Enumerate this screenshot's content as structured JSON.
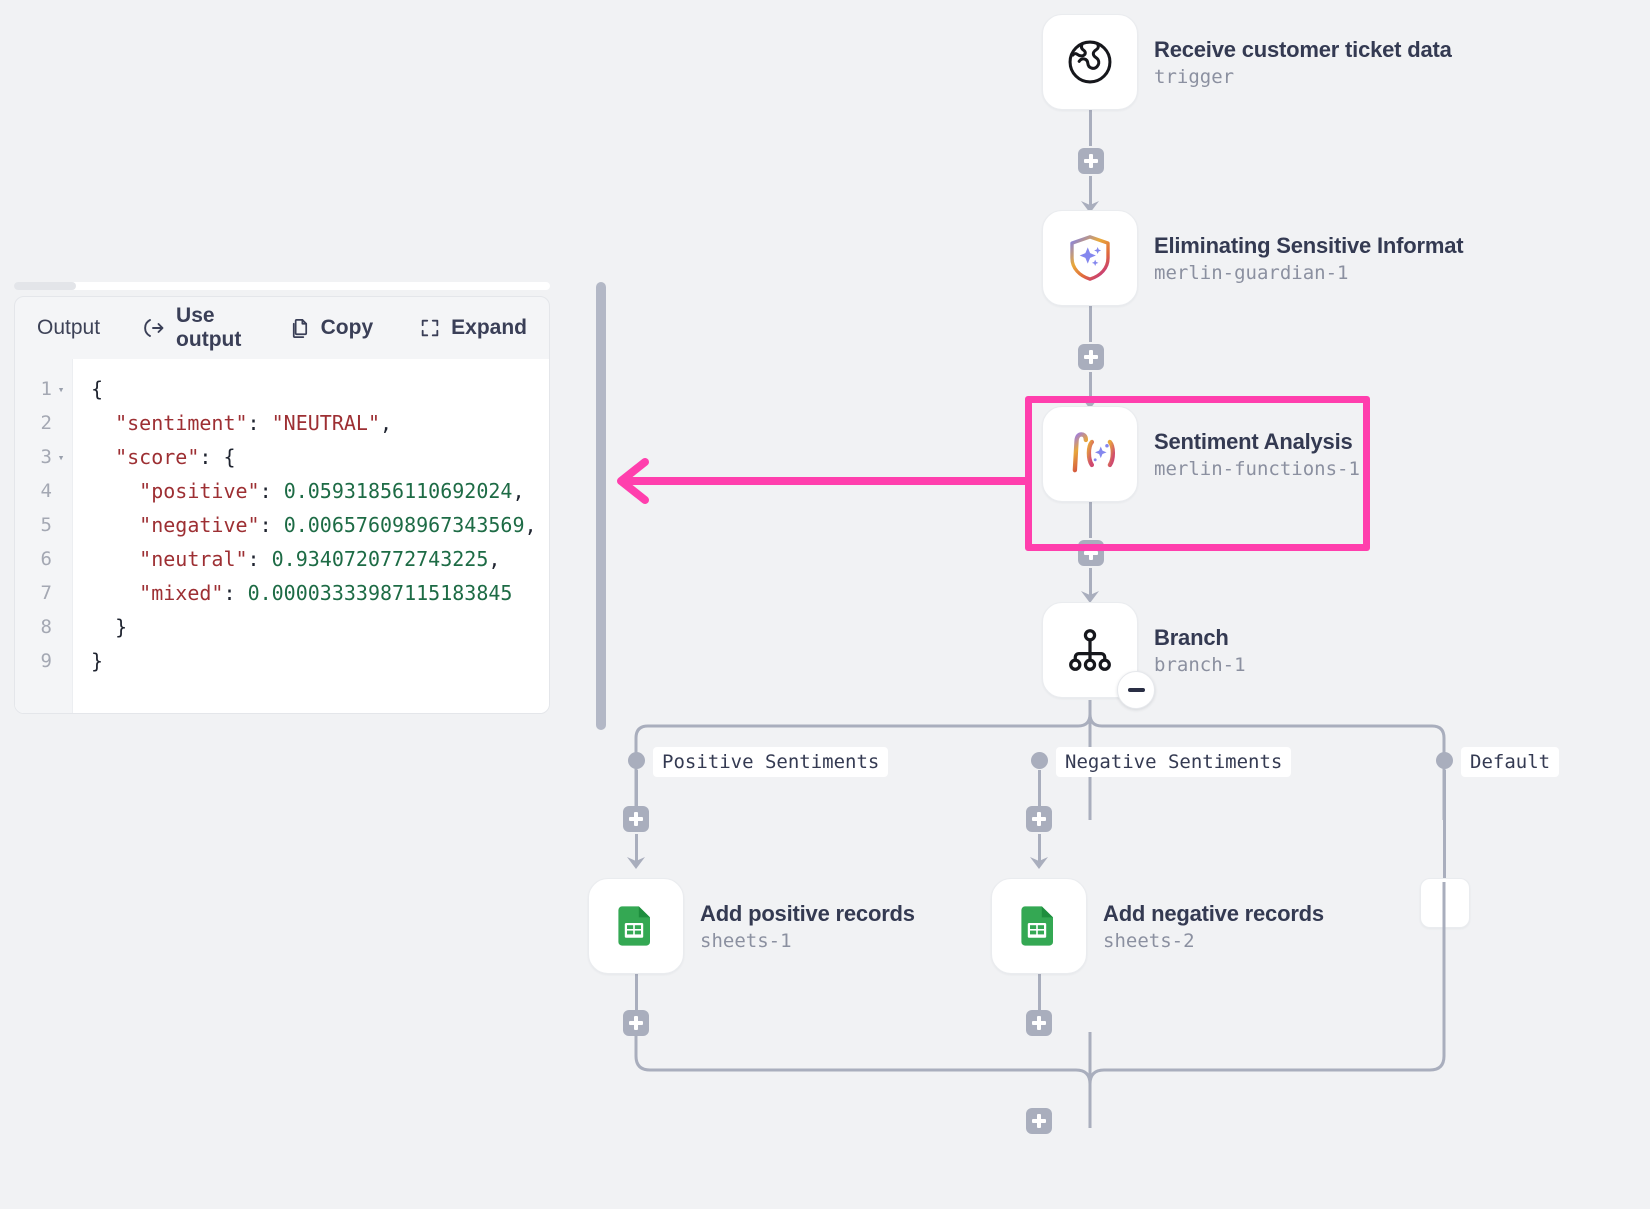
{
  "output_panel": {
    "title": "Output",
    "actions": [
      {
        "label": "Use output",
        "icon": "use-output-icon"
      },
      {
        "label": "Copy",
        "icon": "copy-icon"
      },
      {
        "label": "Expand",
        "icon": "expand-icon"
      }
    ],
    "code_lines": [
      {
        "num": "1",
        "fold": true,
        "tokens": [
          {
            "t": "{",
            "c": "p"
          }
        ]
      },
      {
        "num": "2",
        "fold": false,
        "tokens": [
          {
            "t": "  ",
            "c": "p"
          },
          {
            "t": "\"sentiment\"",
            "c": "k"
          },
          {
            "t": ": ",
            "c": "p"
          },
          {
            "t": "\"NEUTRAL\"",
            "c": "s"
          },
          {
            "t": ",",
            "c": "p"
          }
        ]
      },
      {
        "num": "3",
        "fold": true,
        "tokens": [
          {
            "t": "  ",
            "c": "p"
          },
          {
            "t": "\"score\"",
            "c": "k"
          },
          {
            "t": ": {",
            "c": "p"
          }
        ]
      },
      {
        "num": "4",
        "fold": false,
        "tokens": [
          {
            "t": "    ",
            "c": "p"
          },
          {
            "t": "\"positive\"",
            "c": "k"
          },
          {
            "t": ": ",
            "c": "p"
          },
          {
            "t": "0.05931856110692024",
            "c": "n"
          },
          {
            "t": ",",
            "c": "p"
          }
        ]
      },
      {
        "num": "5",
        "fold": false,
        "tokens": [
          {
            "t": "    ",
            "c": "p"
          },
          {
            "t": "\"negative\"",
            "c": "k"
          },
          {
            "t": ": ",
            "c": "p"
          },
          {
            "t": "0.006576098967343569",
            "c": "n"
          },
          {
            "t": ",",
            "c": "p"
          }
        ]
      },
      {
        "num": "6",
        "fold": false,
        "tokens": [
          {
            "t": "    ",
            "c": "p"
          },
          {
            "t": "\"neutral\"",
            "c": "k"
          },
          {
            "t": ": ",
            "c": "p"
          },
          {
            "t": "0.9340720772743225",
            "c": "n"
          },
          {
            "t": ",",
            "c": "p"
          }
        ]
      },
      {
        "num": "7",
        "fold": false,
        "tokens": [
          {
            "t": "    ",
            "c": "p"
          },
          {
            "t": "\"mixed\"",
            "c": "k"
          },
          {
            "t": ": ",
            "c": "p"
          },
          {
            "t": "0.00003333987115183845",
            "c": "n"
          }
        ]
      },
      {
        "num": "8",
        "fold": false,
        "tokens": [
          {
            "t": "  }",
            "c": "p"
          }
        ]
      },
      {
        "num": "9",
        "fold": false,
        "tokens": [
          {
            "t": "}",
            "c": "p"
          }
        ]
      }
    ],
    "output_value": {
      "sentiment": "NEUTRAL",
      "score": {
        "positive": 0.05931856110692024,
        "negative": 0.006576098967343569,
        "neutral": 0.9340720772743225,
        "mixed": 3.333987115183845e-05
      }
    }
  },
  "annotation": {
    "highlight_color": "#ff3fad",
    "target_node": "Sentiment Analysis"
  },
  "flow": {
    "nodes": [
      {
        "id": "trigger",
        "title": "Receive customer ticket data",
        "subtitle": "trigger",
        "icon": "globe-icon"
      },
      {
        "id": "guardian",
        "title": "Eliminating Sensitive Informat",
        "subtitle": "merlin-guardian-1",
        "icon": "shield-sparkle-icon"
      },
      {
        "id": "sentiment",
        "title": "Sentiment Analysis",
        "subtitle": "merlin-functions-1",
        "icon": "function-icon",
        "highlighted": true
      },
      {
        "id": "branch",
        "title": "Branch",
        "subtitle": "branch-1",
        "icon": "branch-icon",
        "collapsible": true
      },
      {
        "id": "sheets1",
        "title": "Add positive records",
        "subtitle": "sheets-1",
        "icon": "google-sheets-icon"
      },
      {
        "id": "sheets2",
        "title": "Add negative records",
        "subtitle": "sheets-2",
        "icon": "google-sheets-icon"
      }
    ],
    "branch_labels": [
      "Positive Sentiments",
      "Negative Sentiments",
      "Default"
    ],
    "add_step_icon": "plus-icon",
    "collapse_icon": "minus-icon",
    "connector_color": "#a9aebd"
  }
}
